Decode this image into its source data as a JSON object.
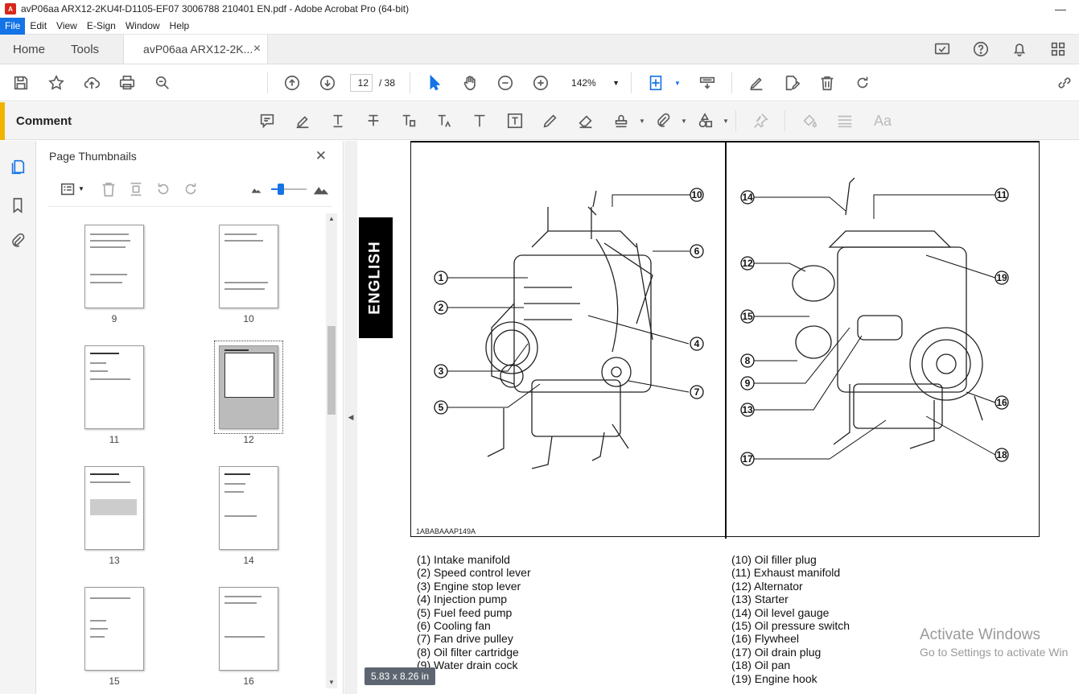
{
  "window": {
    "title": "avP06aa ARX12-2KU4f-D1105-EF07 3006788 210401 EN.pdf - Adobe Acrobat Pro (64-bit)"
  },
  "menu": [
    "File",
    "Edit",
    "View",
    "E-Sign",
    "Window",
    "Help"
  ],
  "tabs": {
    "home": "Home",
    "tools": "Tools",
    "document": "avP06aa ARX12-2K...",
    "close": "×"
  },
  "toolbar": {
    "page_current": "12",
    "page_total": "/ 38",
    "zoom": "142%"
  },
  "comment": {
    "label": "Comment"
  },
  "panel": {
    "title": "Page Thumbnails",
    "close": "✕",
    "thumbnails": [
      {
        "label": "9"
      },
      {
        "label": "10"
      },
      {
        "label": "11"
      },
      {
        "label": "12",
        "selected": true
      },
      {
        "label": "13"
      },
      {
        "label": "14"
      },
      {
        "label": "15"
      },
      {
        "label": "16"
      }
    ]
  },
  "document": {
    "side_tab": "ENGLISH",
    "figure_code": "1ABABAAAP149A",
    "callouts_left": [
      "10",
      "6",
      "1",
      "2",
      "4",
      "3",
      "7",
      "5"
    ],
    "callouts_right": [
      "14",
      "11",
      "12",
      "19",
      "15",
      "8",
      "9",
      "13",
      "16",
      "17",
      "18"
    ],
    "legend_left": [
      "(1) Intake manifold",
      "(2) Speed control lever",
      "(3) Engine stop lever",
      "(4) Injection pump",
      "(5) Fuel feed pump",
      "(6) Cooling fan",
      "(7) Fan drive pulley",
      "(8) Oil filter cartridge",
      "(9) Water drain cock"
    ],
    "legend_right": [
      "(10) Oil filler plug",
      "(11) Exhaust manifold",
      "(12) Alternator",
      "(13) Starter",
      "(14) Oil level gauge",
      "(15) Oil pressure switch",
      "(16) Flywheel",
      "(17) Oil drain plug",
      "(18) Oil pan",
      "(19) Engine hook"
    ]
  },
  "watermark": {
    "line1": "Activate Windows",
    "line2": "Go to Settings to activate Win"
  },
  "page_size": "5.83 x 8.26 in"
}
